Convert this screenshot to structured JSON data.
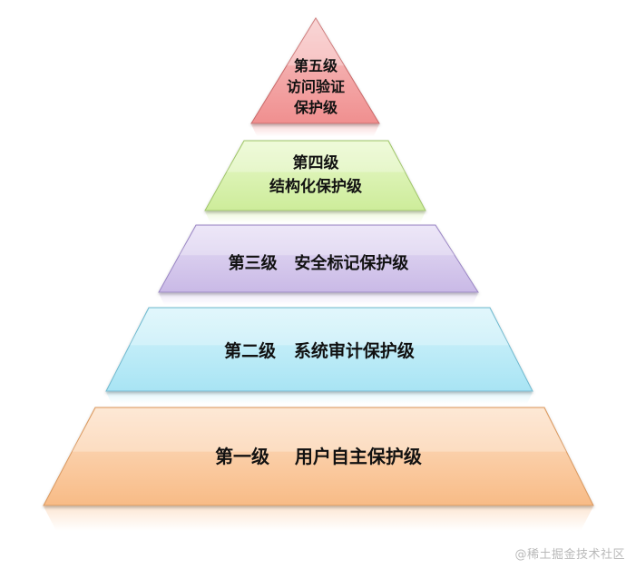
{
  "tiers": [
    {
      "level": 5,
      "lines": [
        "第五级",
        "访问验证",
        "保护级"
      ],
      "fill_top": "#f7c6c6",
      "fill_bottom": "#f08f8f",
      "stroke": "#c96a6a"
    },
    {
      "level": 4,
      "lines": [
        "第四级",
        "结构化保护级"
      ],
      "fill_top": "#e9f9cc",
      "fill_bottom": "#cdec9a",
      "stroke": "#9fc46a"
    },
    {
      "level": 3,
      "lines": [
        "第三级   安全标记保护级"
      ],
      "fill_top": "#e6def5",
      "fill_bottom": "#c9b9e6",
      "stroke": "#9a86c4"
    },
    {
      "level": 2,
      "lines": [
        "第二级   系统审计保护级"
      ],
      "fill_top": "#d6f4fb",
      "fill_bottom": "#a8e4f4",
      "stroke": "#6fb9cf"
    },
    {
      "level": 1,
      "lines": [
        "第一级    用户自主保护级"
      ],
      "fill_top": "#fde0c6",
      "fill_bottom": "#f8bb86",
      "stroke": "#d9985e"
    }
  ],
  "watermark": "@稀土掘金技术社区"
}
